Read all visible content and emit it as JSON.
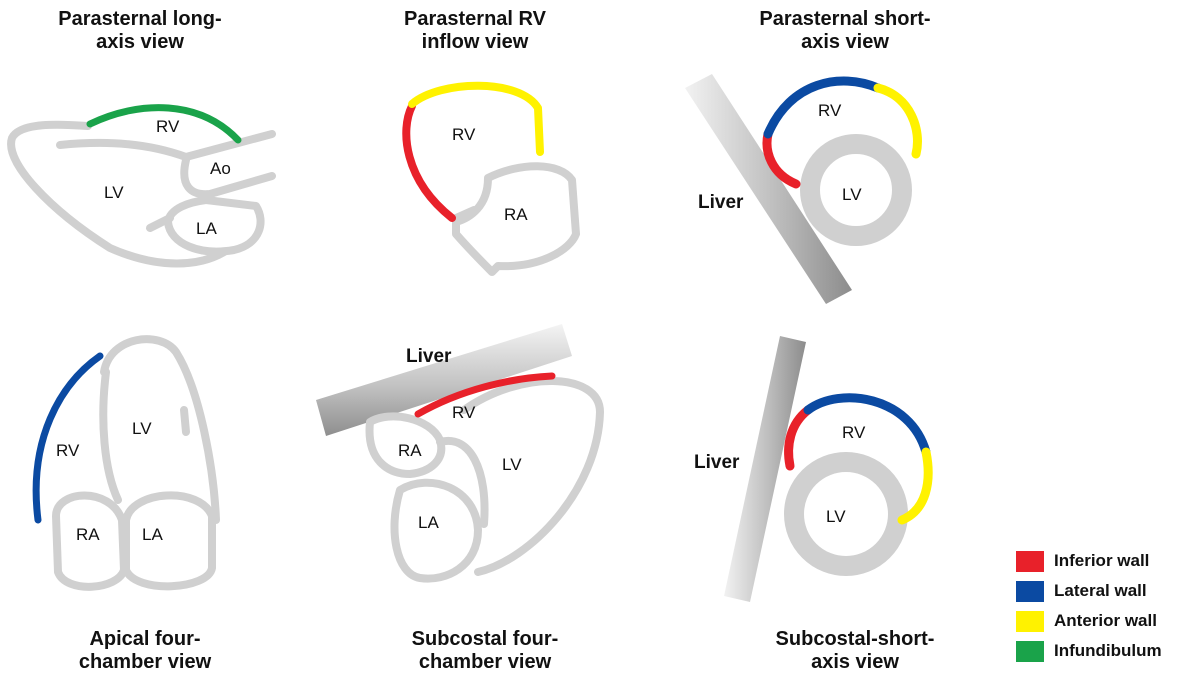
{
  "colors": {
    "inferior": "#e8212a",
    "lateral": "#0b4aa2",
    "anterior": "#fff200",
    "infundibulum": "#1aa34a",
    "tissue": "#d0d0d0",
    "tissue_edge": "#b4b4b4"
  },
  "titles": {
    "plax": [
      "Parasternal long-",
      "axis view"
    ],
    "rvinflow": [
      "Parasternal RV",
      "inflow view"
    ],
    "psax": [
      "Parasternal short-",
      "axis view"
    ],
    "a4c": [
      "Apical four-",
      "chamber view"
    ],
    "sc4c": [
      "Subcostal four-",
      "chamber view"
    ],
    "scsax": [
      "Subcostal-short-",
      "axis view"
    ]
  },
  "labels": {
    "rv": "RV",
    "lv": "LV",
    "ra": "RA",
    "la": "LA",
    "ao": "Ao",
    "liver": "Liver"
  },
  "legend": [
    {
      "label": "Inferior wall",
      "color": "#e8212a"
    },
    {
      "label": "Lateral wall",
      "color": "#0b4aa2"
    },
    {
      "label": "Anterior wall",
      "color": "#fff200"
    },
    {
      "label": "Infundibulum",
      "color": "#1aa34a"
    }
  ]
}
